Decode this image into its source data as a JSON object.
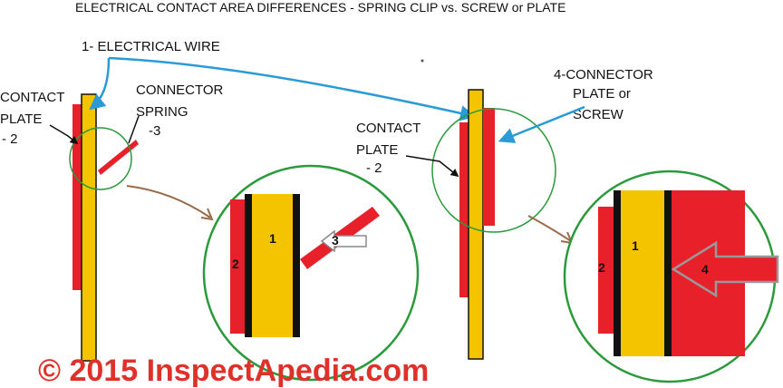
{
  "title": "ELECTRICAL CONTACT AREA DIFFERENCES - SPRING CLIP vs. SCREW or PLATE",
  "labels": {
    "electrical_wire": "1- ELECTRICAL WIRE",
    "contact_plate_left": [
      "CONTACT",
      "PLATE",
      "- 2"
    ],
    "connector_spring": [
      "CONNECTOR",
      "SPRING",
      "-3"
    ],
    "contact_plate_right": [
      "CONTACT",
      "PLATE",
      "- 2"
    ],
    "connector_plate": [
      "4-CONNECTOR",
      "PLATE or",
      "SCREW"
    ]
  },
  "numbers": {
    "zoom1_wire": "1",
    "zoom1_plate": "2",
    "zoom1_spring": "3",
    "zoom2_wire": "1",
    "zoom2_plate": "2",
    "zoom2_screw": "4"
  },
  "copyright": "© 2015 InspectApedia.com",
  "colors": {
    "wire": "#f5c400",
    "plate": "#e8202a",
    "outline": "#111111",
    "zoom_circle": "#2a9a3a",
    "leader_arrow": "#2a9bd6",
    "zoom_arrow": "#9a6b4a",
    "copyright": "#e0302a"
  }
}
